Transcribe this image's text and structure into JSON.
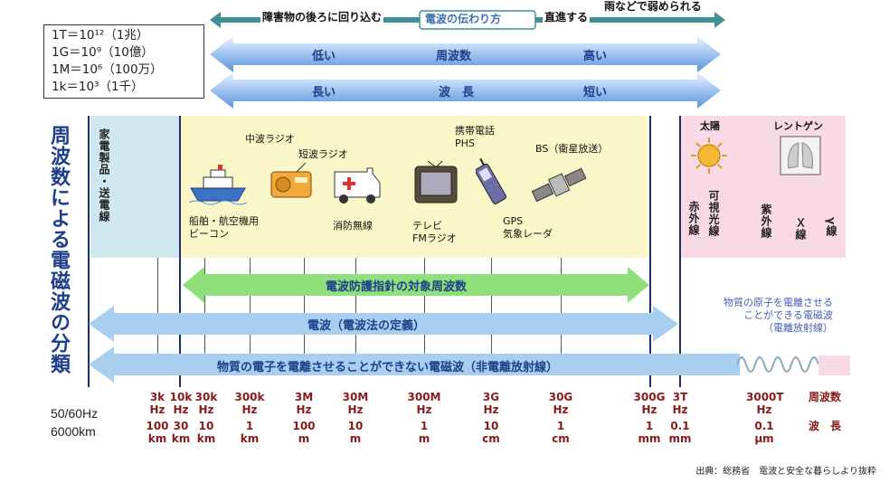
{
  "units": [
    "1T＝10¹²（1兆）",
    "1G＝10⁹（10億）",
    "1M＝10⁶（100万）",
    "1k＝10³（1千）"
  ],
  "top_arrow": {
    "left_text": "障害物の後ろに回り込む",
    "center_label": "電波の伝わり方",
    "right_text": "直進する",
    "far_right_text": "雨などで弱められる"
  },
  "freq_arrow": {
    "low": "低い",
    "center": "周波数",
    "high": "高い"
  },
  "wave_arrow": {
    "low": "長い",
    "center": "波　長",
    "high": "短い"
  },
  "vertical_title": "周波数による電磁波の分類",
  "band_labels": {
    "appliances": "家電製品・送電線",
    "sun": "太陽",
    "xray": "レントゲン",
    "visible": "可視光線",
    "infrared": "赤外線",
    "uv": "紫外線",
    "x": "Ｘ線",
    "gamma": "γ線"
  },
  "devices": {
    "mw_radio": "中波ラジオ",
    "sw_radio": "短波ラジオ",
    "mobile": "携帯電話\nPHS",
    "bs": "BS（衛星放送）",
    "ship": "船舶・航空機用\nビーコン",
    "fire": "消防無線",
    "tv": "テレビ\nFMラジオ",
    "gps": "GPS\n気象レーダ"
  },
  "arrows": {
    "guideline": "電波防護指針の対象周波数",
    "radio_def": "電波（電波法の定義）",
    "non_ionizing": "物質の電子を電離させることができない電磁波（非電離放射線）",
    "ionizing_note": "物質の原子を電離させる\nことができる電磁波\n（電離放射線）"
  },
  "left_note": [
    "50/60Hz",
    "6000km"
  ],
  "freq_labels": [
    "3k\nHz",
    "10k\nHz",
    "30k\nHz",
    "300k\nHz",
    "3M\nHz",
    "30M\nHz",
    "300M\nHz",
    "3G\nHz",
    "30G\nHz",
    "300G\nHz",
    "3T\nHz",
    "3000T\nHz"
  ],
  "wave_labels": [
    "100\nkm",
    "30\nkm",
    "10\nkm",
    "1\nkm",
    "100\nm",
    "10\nm",
    "1\nm",
    "10\ncm",
    "1\ncm",
    "1\nmm",
    "0.1\nmm",
    "0.1\nμm"
  ],
  "axis_titles": {
    "freq": "周波数",
    "wave": "波　長"
  },
  "source": "出典：総務省　電波と安全な暮らしより抜粋",
  "colors": {
    "navy": "#1d2e6a",
    "arrow_blue": "#5b93d9",
    "arrow_green": "#8fe07a",
    "arrow_teal": "#3f8f96",
    "freq_red": "#8a1a1a",
    "band_yellow": "#fbf6c8",
    "band_pink": "#fad9e6",
    "band_blue": "#cfe8f0"
  }
}
